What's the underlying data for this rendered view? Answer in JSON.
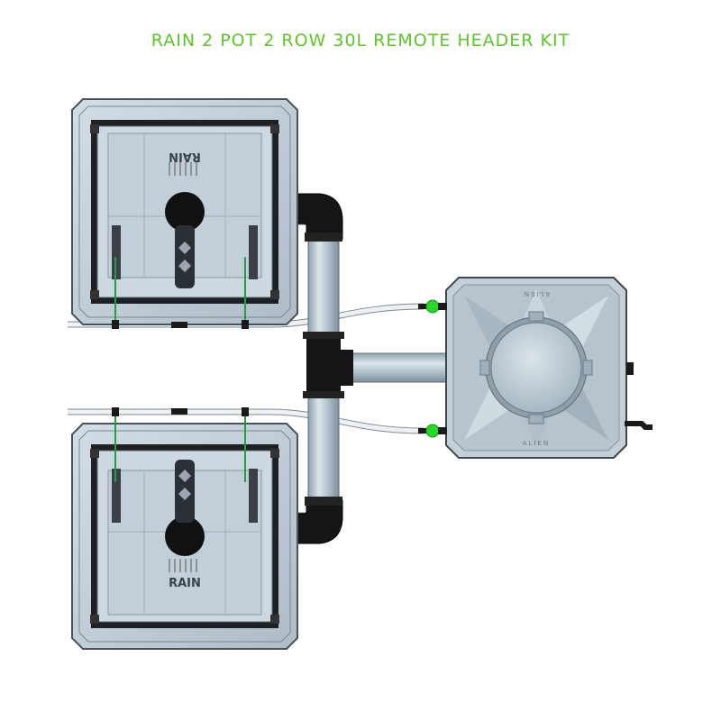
{
  "title": "RAIN 2 POT 2 ROW 30L REMOTE HEADER KIT",
  "pot_top": {
    "logo": "RAIN"
  },
  "pot_bottom": {
    "logo": "RAIN"
  },
  "tank": {
    "logo_top": "ALIEN",
    "logo_bottom": "ALIEN"
  },
  "colors": {
    "title": "#5ec52a",
    "pot_body": "#c6d2dc",
    "pot_outline": "#3a3f44",
    "pipe": "#b5c5d0",
    "elbow": "#161616",
    "hose": "#e9ecef",
    "connector": "#2ad62a",
    "stake": "#2a9a4a"
  },
  "icons": [
    "pot-top",
    "pot-bottom",
    "reservoir-tank",
    "elbow-fitting",
    "tee-fitting",
    "feed-hose",
    "drip-stake"
  ]
}
